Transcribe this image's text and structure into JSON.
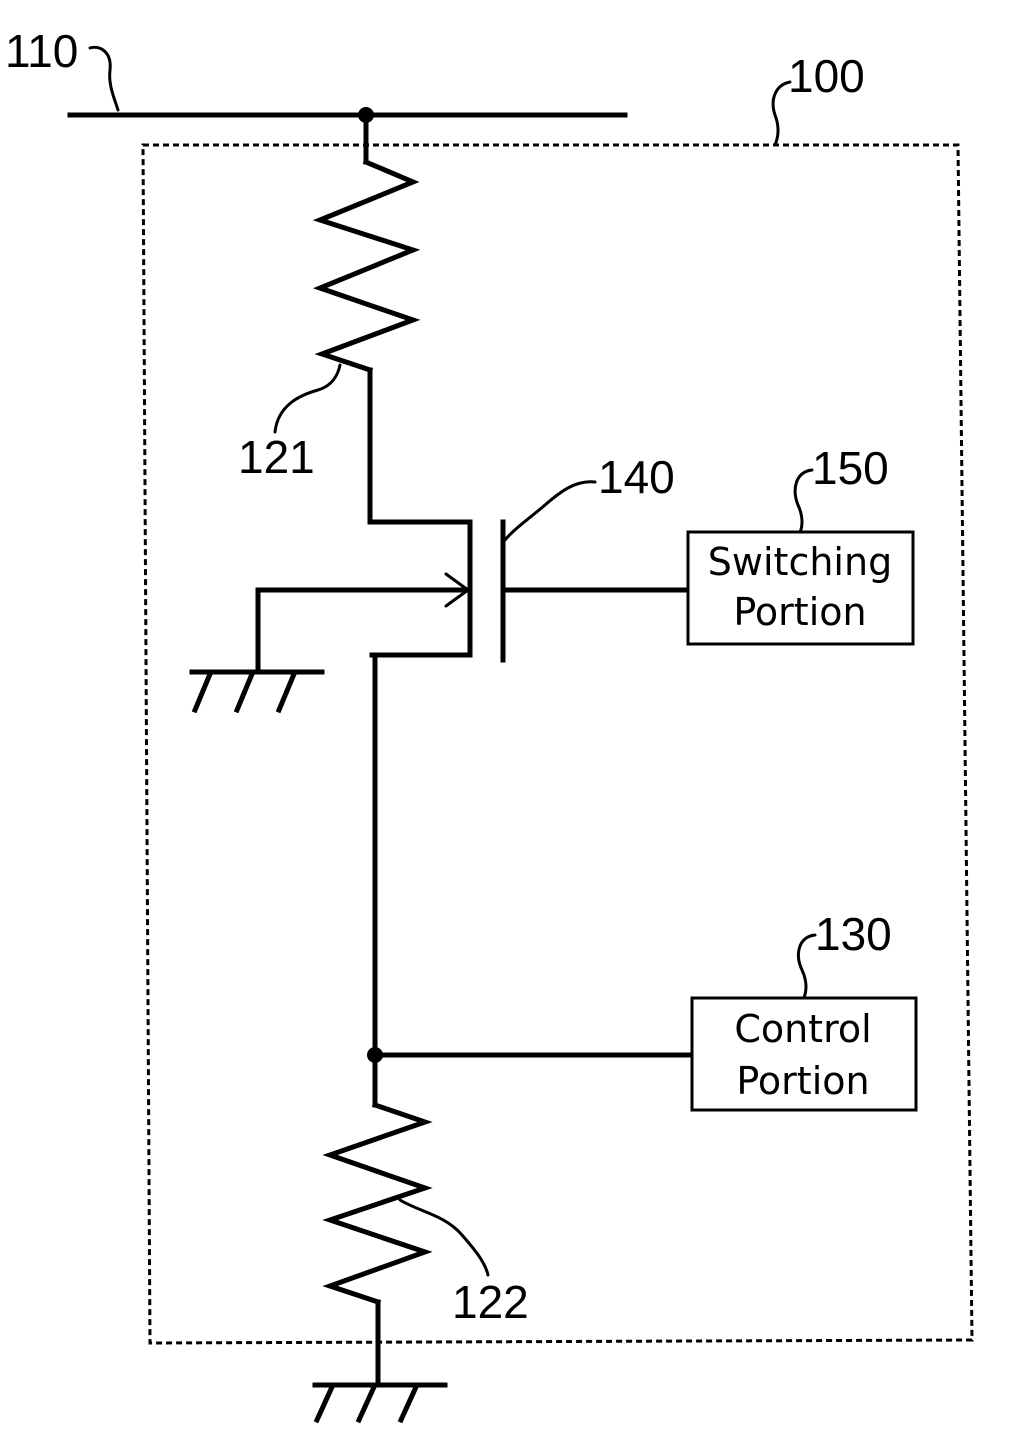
{
  "reference_numerals": {
    "power_line": "110",
    "device": "100",
    "resistor_top": "121",
    "resistor_bottom": "122",
    "transistor": "140",
    "switching_portion": "150",
    "control_portion": "130"
  },
  "blocks": {
    "switching_portion": {
      "line1": "Switching",
      "line2": "Portion"
    },
    "control_portion": {
      "line1": "Control",
      "line2": "Portion"
    }
  }
}
